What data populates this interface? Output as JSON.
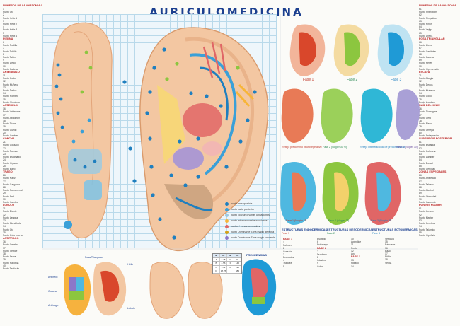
{
  "title": "AURICULOMEDICINA",
  "colors": {
    "skin": "#f3c7a2",
    "skin_dark": "#e3a57a",
    "accent_blue": "#1f7fbf",
    "accent_red": "#d9472b",
    "accent_green": "#8cc63f",
    "accent_purple": "#8b77c9",
    "title": "#1b3f8f"
  },
  "phase_labels": [
    "Fase 1",
    "Fase 2",
    "Fase 3"
  ],
  "phase_captions": [
    "Reflejo predominio neurovegetativo",
    "Fase 2 (Nogier 30 %)",
    "Reflejo interrelacional de predominancia",
    "Fase 3 (Nogier 30)"
  ],
  "fase_labels": [
    "Fase 1 (Nogier 1º)",
    "Fase 2 (Nogier 2º)",
    "Fase 3 (Nogier 3º)"
  ],
  "structures": [
    {
      "title": "ESTRUCTURAS ENDODERMICAS",
      "sub": "Fase 1"
    },
    {
      "title": "ESTRUCTURAS MESODERMICAS",
      "sub": "Fase 2"
    },
    {
      "title": "ESTRUCTURAS ECTODERMICAS",
      "sub": "Fase 3"
    }
  ],
  "legend": [
    {
      "text": "punto en superficie",
      "color": "#1f7fbf"
    },
    {
      "text": "punto parte posterior",
      "color": "#3aa0d8"
    },
    {
      "text": "punto con/sin o varias ubicaciones",
      "color": "#9ecae1"
    },
    {
      "text": "punto interior o varias secciones",
      "color": "#f7b538"
    },
    {
      "text": "puntos / zonas cerebrales",
      "color": "#e06666"
    },
    {
      "text": "punto Dominante Zona magic derecha",
      "color": "#d4a017"
    },
    {
      "text": "punto Dominante Zona magic izquierda",
      "color": "#8b77c9"
    }
  ],
  "frequencies_title": "FRECUENCIAS",
  "table_headers": [
    "Nº",
    "Hz",
    "Nº",
    "Hz"
  ],
  "table_rows": [
    [
      "A",
      "2.28",
      "E",
      "73"
    ],
    [
      "B",
      "4.56",
      "F",
      "146"
    ],
    [
      "C",
      "9.12",
      "G",
      "292"
    ],
    [
      "D",
      "18.25",
      "",
      "584"
    ]
  ],
  "left_column": [
    "NUMEROS DE LA ANATOMIA ORBITA",
    "1",
    "Punto Ojo",
    "2",
    "Punto Hélix 1",
    "3",
    "Punto Hélix 2",
    "4",
    "Punto Hélix 3",
    "5",
    "Punto Hélix 4",
    "PIERNA",
    "6",
    "Punto Rodilla",
    "7",
    "Punto Tobillo",
    "8",
    "Punto Talón",
    "9",
    "Punto Dedo",
    "10",
    "Punto Cadera",
    "ANTEBRAZO",
    "11",
    "Punto Codo",
    "12",
    "Punto Muñeca",
    "13",
    "Punto Dedos",
    "14",
    "Punto Hombro",
    "15",
    "Punto Clavícula",
    "ANTEHÉLIX",
    "16",
    "Punto Vértebras",
    "17",
    "Punto Abdomen",
    "18",
    "Punto Tórax",
    "19",
    "Punto Cuello",
    "20",
    "Punto Lumbar",
    "CONCHA",
    "21",
    "Punto Corazón",
    "22",
    "Punto Pulmón",
    "23",
    "Punto Estómago",
    "24",
    "Punto Hígado",
    "25",
    "Punto Bazo",
    "TRAGO",
    "26",
    "Punto Nariz",
    "27",
    "Punto Garganta",
    "28",
    "Punto Suprarrenal",
    "29",
    "Punto Sed",
    "30",
    "Punto Hambre",
    "LÓBULO",
    "31",
    "Punto Diente",
    "32",
    "Punto Lengua",
    "33",
    "Punto Mandíbula",
    "34",
    "Punto Ojo",
    "35",
    "Punto Oído interno",
    "ANTITRAGO",
    "36",
    "Punto Cerebro",
    "37",
    "Punto Vértice",
    "38",
    "Punto Asma",
    "39",
    "Punto Parótida",
    "40",
    "Punto Testículo"
  ],
  "right_column": [
    "NUMEROS DE LA ANATOMIA",
    "61",
    "Punto Shen Men",
    "62",
    "Punto Simpático",
    "63",
    "Punto Riñón",
    "64",
    "Punto Vejiga",
    "65",
    "Punto Uretra",
    "FOSA TRIANGULAR",
    "66",
    "Punto Útero",
    "67",
    "Punto Genitales",
    "68",
    "Punto Cadera",
    "69",
    "Punto Pelvis",
    "70",
    "Punto Hipertensión",
    "ESCAFA",
    "71",
    "Punto Alergia",
    "72",
    "Punto Dedos",
    "73",
    "Punto Muñeca",
    "74",
    "Punto Codo",
    "75",
    "Punto Hombro",
    "RAÍZ DEL HÉLIX",
    "76",
    "Punto Diafragma",
    "77",
    "Punto Cero",
    "78",
    "Punto Plexo",
    "79",
    "Punto Omega",
    "80",
    "Punto Antiagresión",
    "SUPERFICIE POSTERIOR",
    "81",
    "Punto Espalda",
    "82",
    "Punto Columna",
    "83",
    "Punto Lumbar",
    "84",
    "Punto Dorsal",
    "85",
    "Punto Cervical",
    "ZONAS ESPECIALES",
    "86",
    "Punto Ansiedad",
    "87",
    "Punto Tabaco",
    "88",
    "Punto Alcohol",
    "89",
    "Punto Obesidad",
    "90",
    "Punto Insomnio",
    "PUNTOS NOGIER",
    "91",
    "Punto Jerome",
    "92",
    "Punto Master",
    "93",
    "Punto Cerebral",
    "94",
    "Punto Talámico",
    "95",
    "Punto Hipófisis"
  ],
  "mid_list": [
    "FASE 1",
    "1",
    "Pulmón",
    "2",
    "Corazón",
    "3",
    "Bronquios",
    "4",
    "Tráquea",
    "5",
    "Esófago",
    "6",
    "Estómago",
    "FASE 2",
    "7",
    "Duodeno",
    "8",
    "Intestino",
    "9",
    "Colon",
    "10",
    "Apéndice",
    "11",
    "Recto",
    "12",
    "Ano",
    "FASE 3",
    "13",
    "Hígado",
    "14",
    "Vesícula",
    "15",
    "Páncreas",
    "16",
    "Bazo",
    "17",
    "Riñón",
    "18",
    "Vejiga"
  ],
  "labels_ear_left": [
    "Fosa Triangular",
    "Hélix",
    "Lóbulo",
    "Antihélix",
    "Concha",
    "Antitrago"
  ]
}
